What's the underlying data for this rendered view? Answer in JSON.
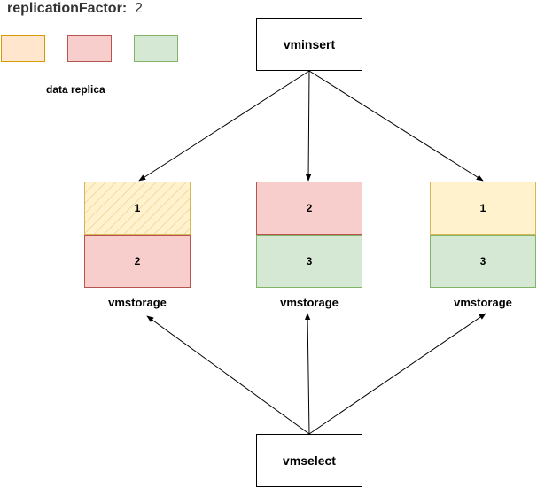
{
  "title": {
    "key": "replicationFactor",
    "separator": ":",
    "value": "2"
  },
  "legend": {
    "label": "data replica",
    "swatches": [
      {
        "fill": "#ffe6cc",
        "stroke": "#d79b00"
      },
      {
        "fill": "#f8cecc",
        "stroke": "#b85450"
      },
      {
        "fill": "#d5e8d4",
        "stroke": "#82b366"
      }
    ]
  },
  "nodes": {
    "vminsert": "vminsert",
    "vmselect": "vmselect"
  },
  "storages": [
    {
      "label": "vmstorage",
      "cells": [
        {
          "text": "1",
          "fill": "#fff2cc",
          "stroke": "#d6b656",
          "hatched": true
        },
        {
          "text": "2",
          "fill": "#f8cecc",
          "stroke": "#b85450"
        }
      ]
    },
    {
      "label": "vmstorage",
      "cells": [
        {
          "text": "2",
          "fill": "#f8cecc",
          "stroke": "#b85450"
        },
        {
          "text": "3",
          "fill": "#d5e8d4",
          "stroke": "#82b366"
        }
      ]
    },
    {
      "label": "vmstorage",
      "cells": [
        {
          "text": "1",
          "fill": "#fff2cc",
          "stroke": "#d6b656"
        },
        {
          "text": "3",
          "fill": "#d5e8d4",
          "stroke": "#82b366"
        }
      ]
    }
  ]
}
